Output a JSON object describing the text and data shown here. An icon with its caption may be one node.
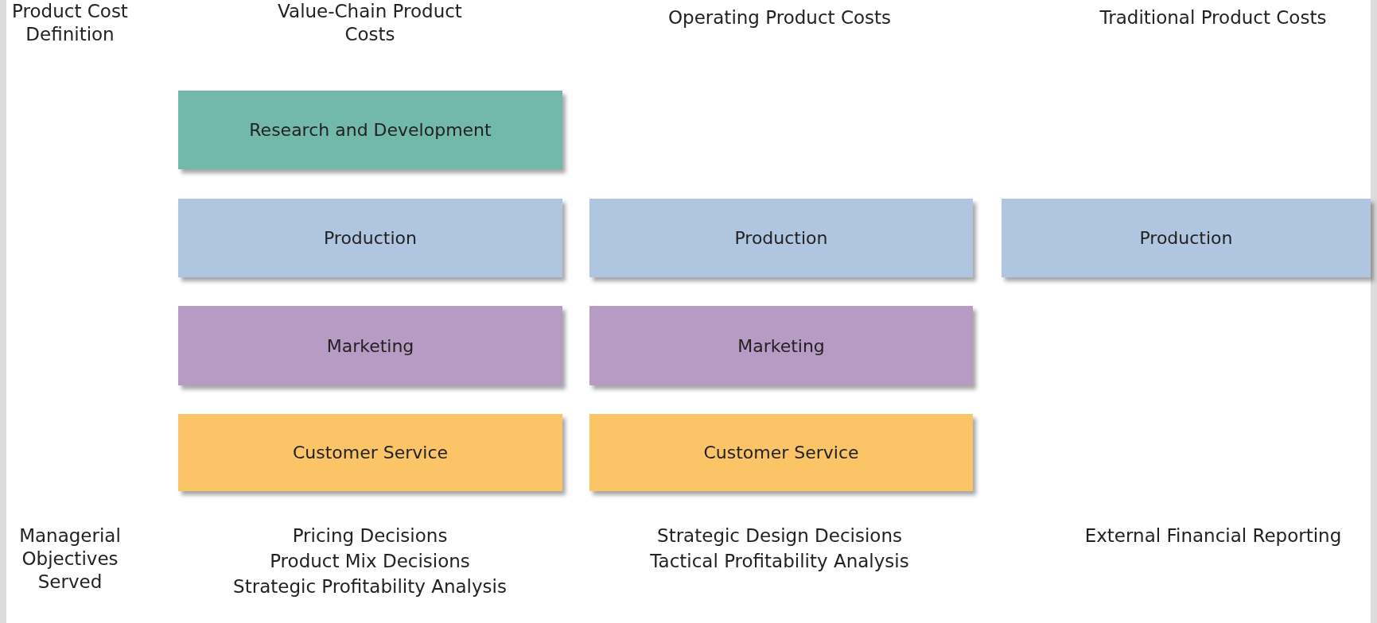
{
  "diagram": {
    "nodes": [
      {
        "text": [
          "Research and Development"
        ]
      },
      {
        "text": [
          "Production"
        ]
      },
      {
        "text": [
          "Production"
        ]
      },
      {
        "text": [
          "Production"
        ]
      },
      {
        "text": [
          "Marketing"
        ]
      },
      {
        "text": [
          "Marketing"
        ]
      },
      {
        "text": [
          "Customer Service"
        ]
      },
      {
        "text": [
          "Customer Service"
        ]
      }
    ],
    "edges": [],
    "labels": [
      "Product Cost Definition",
      "Value-Chain Product Costs",
      "Operating Product Costs",
      "Traditional Product Costs",
      "Managerial Objectives Served",
      "Pricing Decisions",
      "Product Mix Decisions",
      "Strategic Profitability Analysis",
      "Strategic Design Decisions",
      "Tactical Profitability Analysis",
      "External Financial Reporting"
    ]
  }
}
